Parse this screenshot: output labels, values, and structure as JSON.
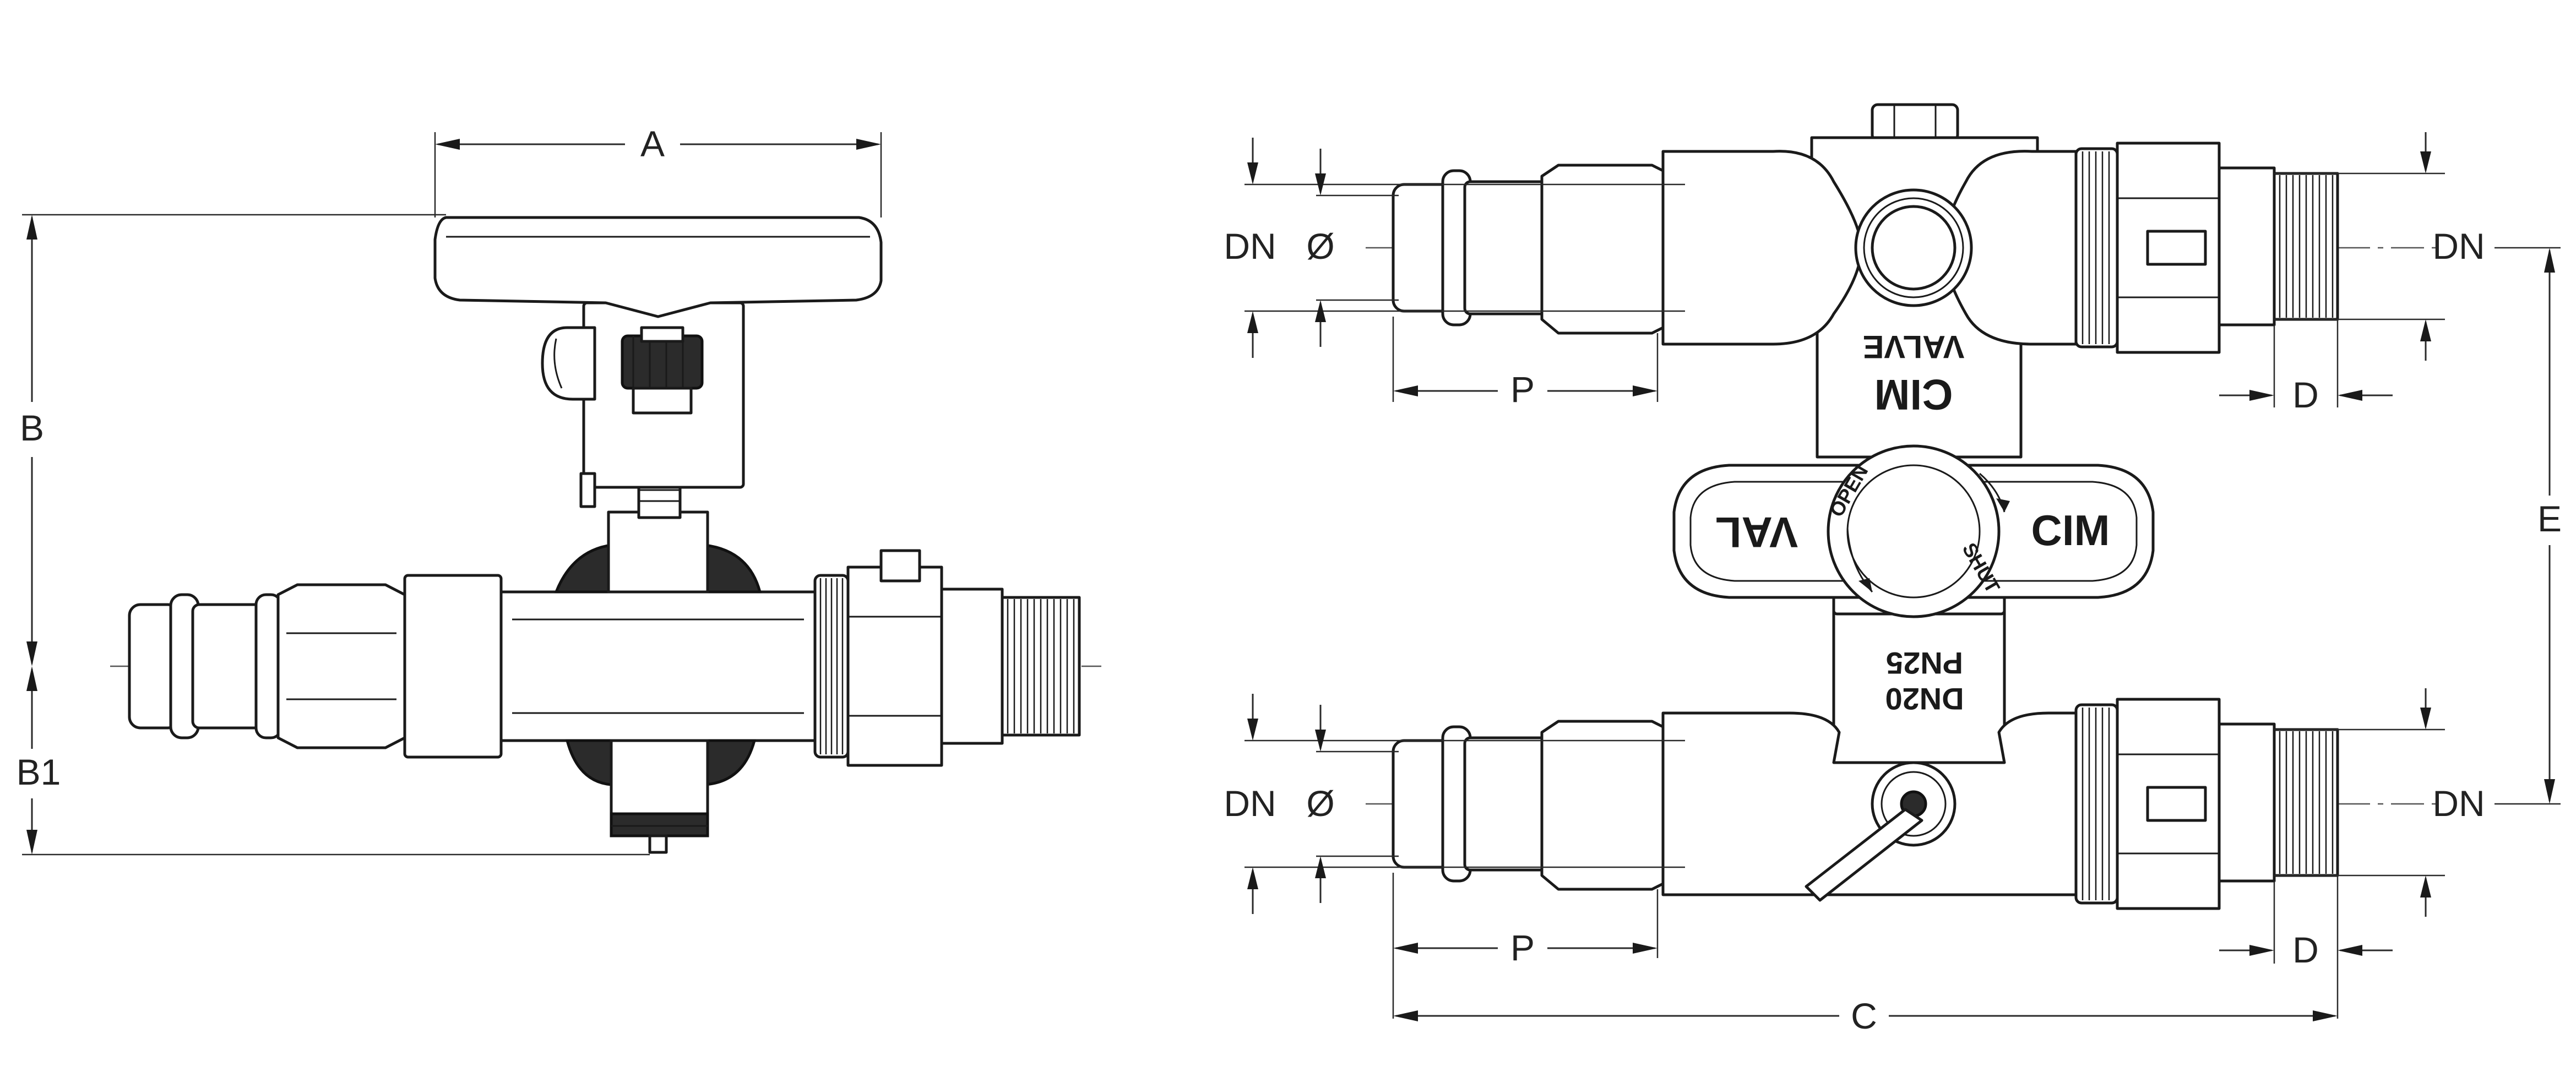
{
  "side_view": {
    "dimensions": {
      "a": "A",
      "b": "B",
      "b1": "B1"
    }
  },
  "front_view": {
    "dimensions": {
      "dn_left_top": "DN",
      "diameter_top": "Ø",
      "dn_right_top": "DN",
      "p_top": "P",
      "d_top": "D",
      "e": "E",
      "dn_left_bottom": "DN",
      "diameter_bottom": "Ø",
      "dn_right_bottom": "DN",
      "p_bottom": "P",
      "d_bottom": "D",
      "c": "C"
    },
    "body_markings": {
      "brand_top": "CIM",
      "valve_word": "VALVE",
      "pn_rating": "PN25",
      "dn_rating": "DN20"
    },
    "handle_markings": {
      "brand": "CIM",
      "val": "VAL",
      "open": "OPEN",
      "shut": "SHUT"
    }
  },
  "colors": {
    "line": "#1a1a1a",
    "dark_part": "#2b2b2b",
    "background": "#ffffff"
  }
}
